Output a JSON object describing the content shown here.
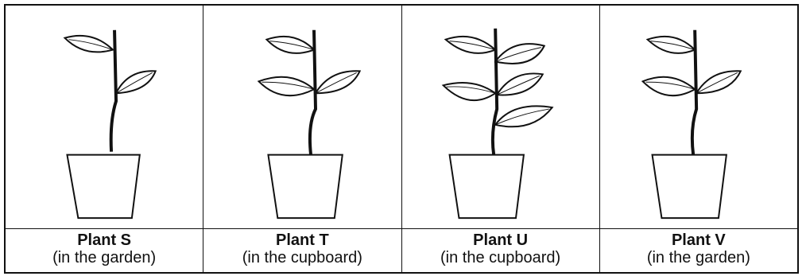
{
  "plants": [
    {
      "name": "Plant S",
      "place": "(in the garden)"
    },
    {
      "name": "Plant T",
      "place": "(in the cupboard)"
    },
    {
      "name": "Plant U",
      "place": "(in the cupboard)"
    },
    {
      "name": "Plant V",
      "place": "(in the garden)"
    }
  ]
}
